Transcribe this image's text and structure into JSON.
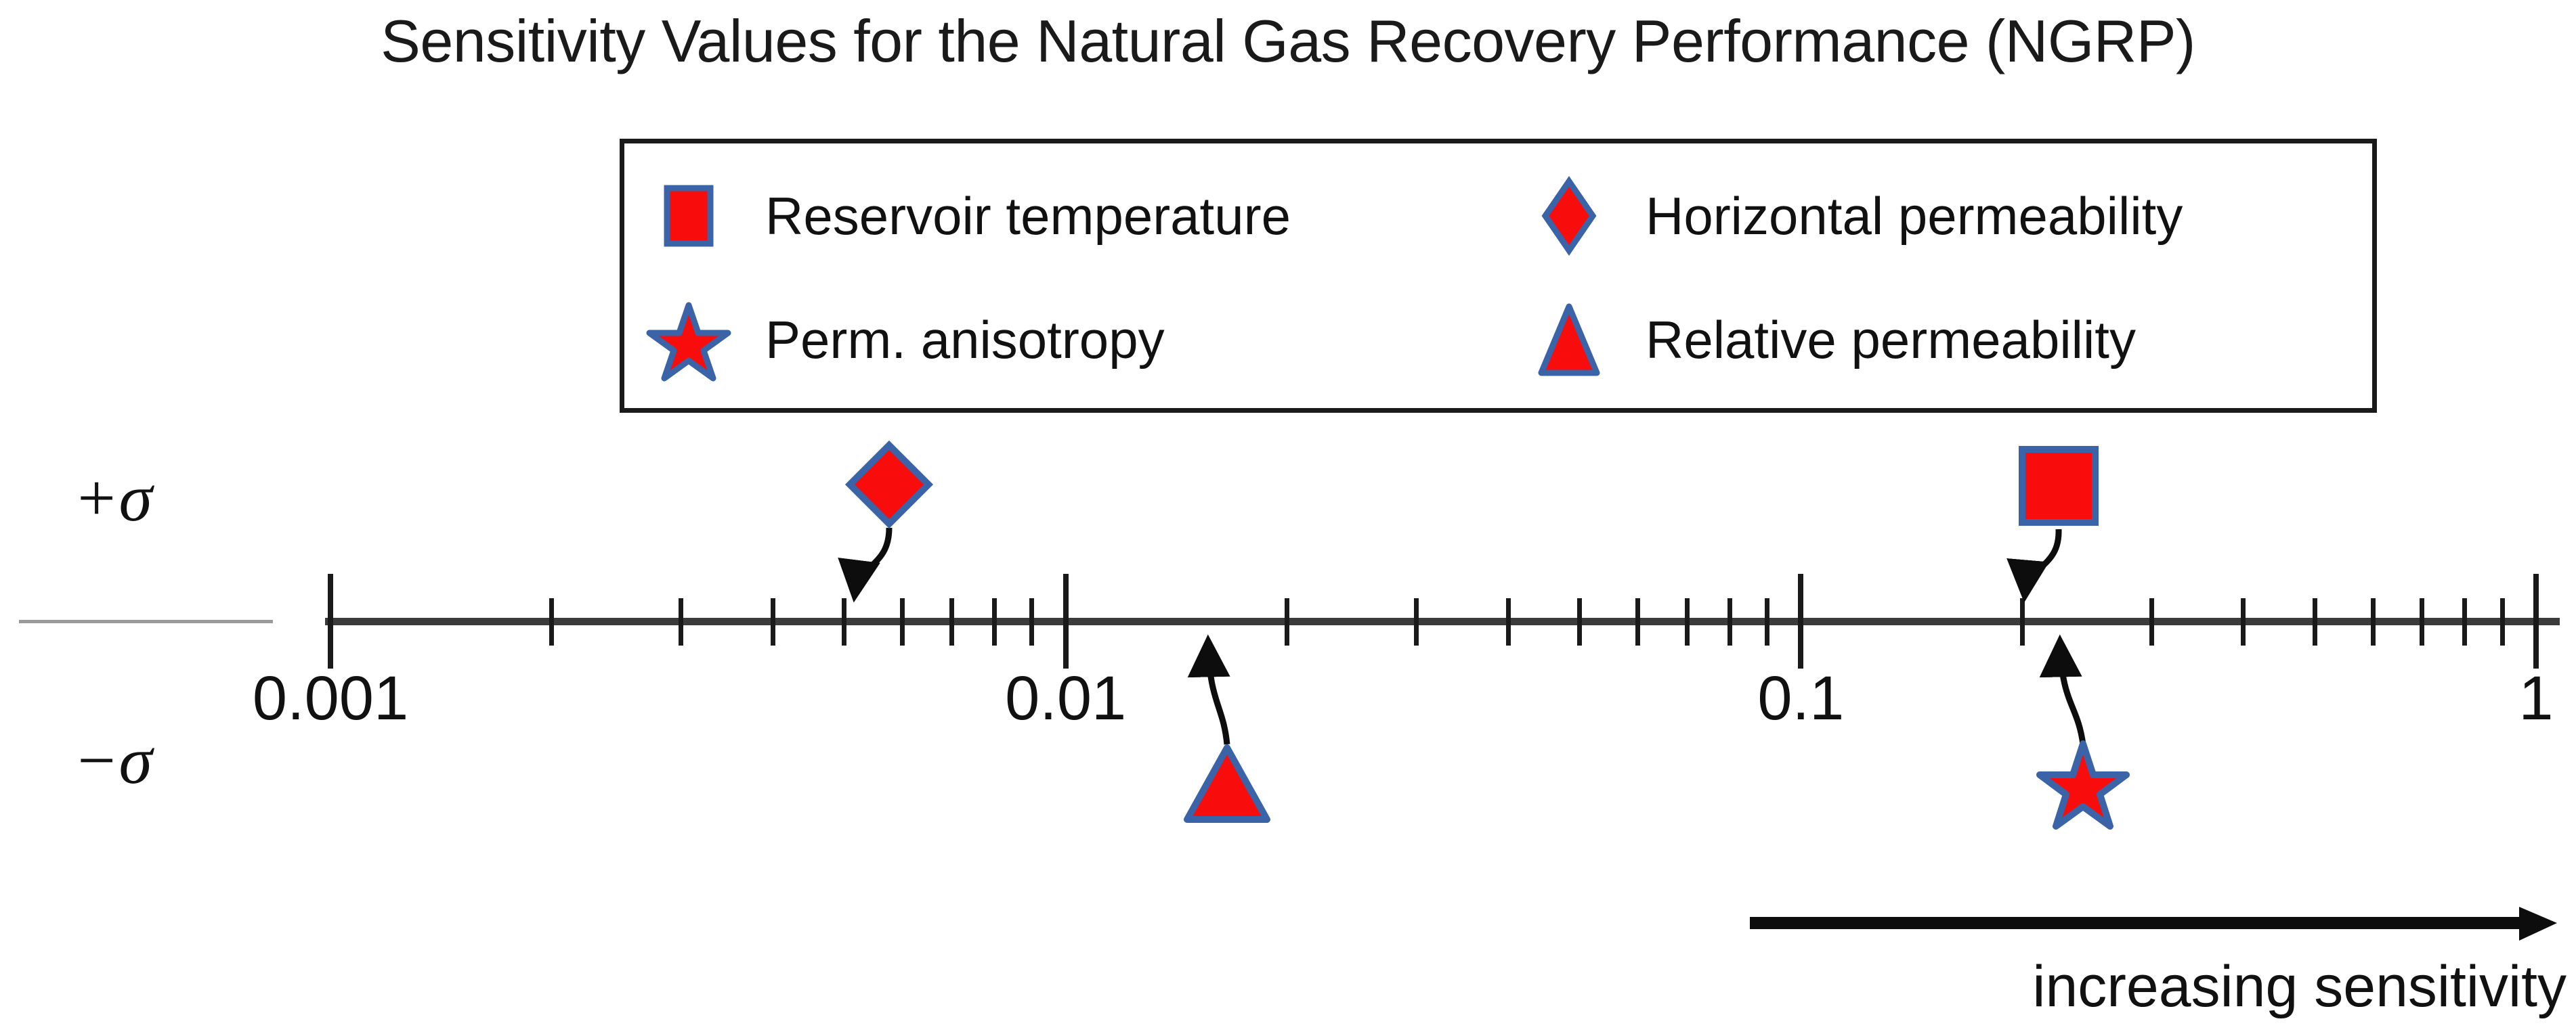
{
  "title": "Sensitivity Values for the Natural Gas Recovery Performance (NGRP)",
  "sigma": {
    "plus_label": "+σ",
    "minus_label": "−σ"
  },
  "annotation": {
    "caption": "increasing sensitivity",
    "arrow_icon": "right-arrow-icon"
  },
  "colors": {
    "marker_fill": "#f80c0c",
    "marker_stroke": "#3b63a8",
    "axis": "#3b3b3b",
    "text": "#111111",
    "legend_border": "#1a1a1a"
  },
  "legend": {
    "items": [
      {
        "label": "Reservoir temperature",
        "marker": "square",
        "icon": "square-marker-icon"
      },
      {
        "label": "Horizontal permeability",
        "marker": "diamond",
        "icon": "diamond-marker-icon"
      },
      {
        "label": "Perm. anisotropy",
        "marker": "star",
        "icon": "star-marker-icon"
      },
      {
        "label": "Relative permeability",
        "marker": "triangle",
        "icon": "triangle-marker-icon"
      }
    ]
  },
  "chart_data": {
    "type": "scatter",
    "title": "Sensitivity Values for the Natural Gas Recovery Performance (NGRP)",
    "xlabel": "",
    "ylabel": "",
    "xscale": "log",
    "xlim": [
      0.001,
      1
    ],
    "grid": false,
    "legend_position": "top-center",
    "axis_ticks": {
      "major": [
        0.001,
        0.01,
        0.1,
        1
      ],
      "major_labels": [
        "0.001",
        "0.01",
        "0.1",
        "1"
      ],
      "minor_multipliers": [
        2,
        3,
        4,
        5,
        6,
        7,
        8,
        9
      ]
    },
    "categories": [
      "+σ",
      "−σ"
    ],
    "series": [
      {
        "name": "Horizontal permeability",
        "marker": "diamond",
        "sigma": "+σ",
        "value": 0.0043
      },
      {
        "name": "Reservoir temperature",
        "marker": "square",
        "sigma": "+σ",
        "value": 0.17
      },
      {
        "name": "Relative permeability",
        "marker": "triangle",
        "sigma": "−σ",
        "value": 0.0147
      },
      {
        "name": "Perm. anisotropy",
        "marker": "star",
        "sigma": "−σ",
        "value": 0.2
      }
    ]
  },
  "axis": {
    "labels": [
      "0.001",
      "0.01",
      "0.1",
      "1"
    ]
  }
}
